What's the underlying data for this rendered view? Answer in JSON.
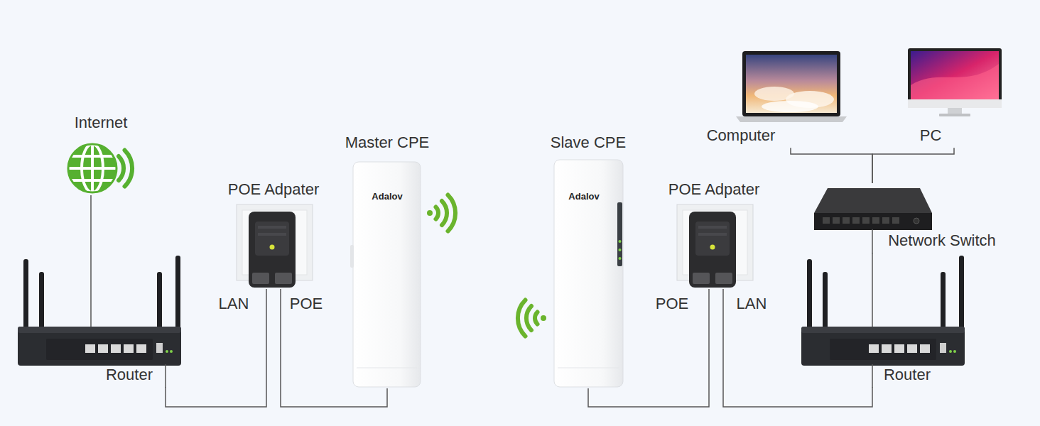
{
  "diagram": {
    "nodes": [
      {
        "text": [
          "Internet"
        ]
      },
      {
        "text": [
          "Router"
        ]
      },
      {
        "text": [
          "POE Adpater"
        ]
      },
      {
        "text": [
          "Master CPE",
          "Adalov"
        ]
      },
      {
        "text": [
          "Slave CPE",
          "Adalov"
        ]
      },
      {
        "text": [
          "POE Adpater"
        ]
      },
      {
        "text": [
          "Router"
        ]
      },
      {
        "text": [
          "Network Switch"
        ]
      },
      {
        "text": [
          "Computer"
        ]
      },
      {
        "text": [
          "PC"
        ]
      }
    ],
    "edges": [
      {
        "from": 0,
        "to": 1,
        "arrow": "none"
      },
      {
        "from": 1,
        "to": 2,
        "label": "LAN",
        "arrow": "none"
      },
      {
        "from": 2,
        "to": 3,
        "label": "POE",
        "arrow": "none"
      },
      {
        "from": 4,
        "to": 5,
        "label": "POE",
        "arrow": "none"
      },
      {
        "from": 5,
        "to": 6,
        "label": "LAN",
        "arrow": "none"
      },
      {
        "from": 6,
        "to": 7,
        "arrow": "none"
      },
      {
        "from": 7,
        "to": 8,
        "arrow": "none"
      },
      {
        "from": 7,
        "to": 9,
        "arrow": "none"
      }
    ]
  }
}
